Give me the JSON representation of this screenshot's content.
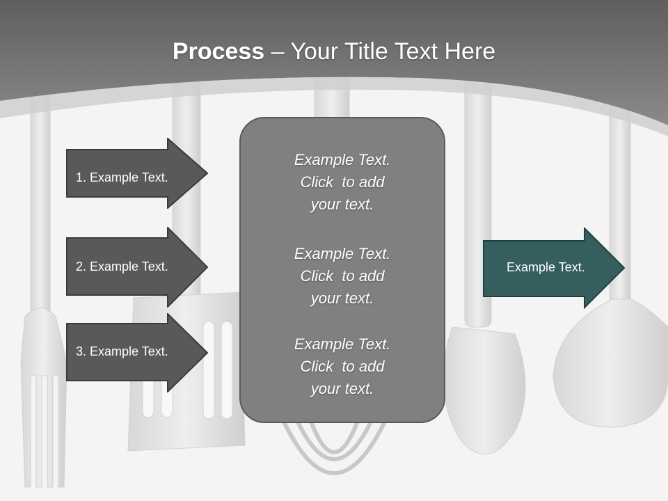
{
  "slide": {
    "title_bold": "Process",
    "title_dash": " – ",
    "title_rest": "Your Title Text Here"
  },
  "left_arrows": [
    {
      "label": "1. Example Text."
    },
    {
      "label": "2. Example Text."
    },
    {
      "label": "3. Example Text."
    }
  ],
  "center_box": {
    "blocks": [
      {
        "lines": [
          "Example Text.",
          "Click  to add",
          "your text."
        ]
      },
      {
        "lines": [
          "Example Text.",
          "Click  to add",
          "your text."
        ]
      },
      {
        "lines": [
          "Example Text.",
          "Click  to add",
          "your text."
        ]
      }
    ]
  },
  "right_arrow": {
    "label": "Example Text."
  },
  "colors": {
    "header": "#6b6b6b",
    "left_arrow_fill": "#595959",
    "center_box_fill": "#7f807f",
    "right_arrow_fill": "#355f5e"
  }
}
